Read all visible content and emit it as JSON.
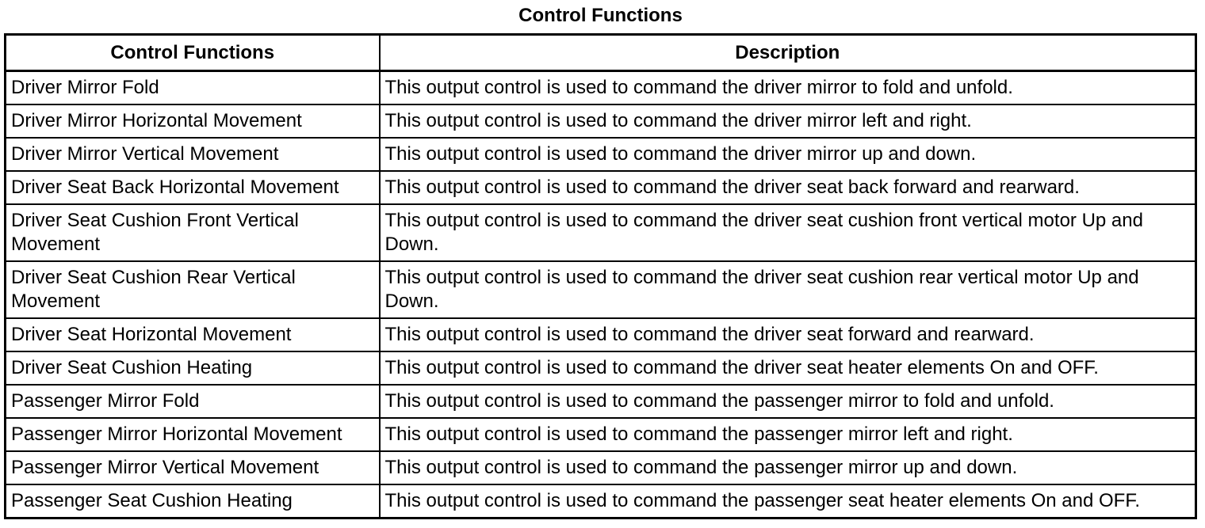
{
  "title": "Control Functions",
  "colors": {
    "text": "#000000",
    "background": "#ffffff",
    "border": "#000000"
  },
  "table": {
    "headers": [
      "Control Functions",
      "Description"
    ],
    "rows": [
      {
        "function": "Driver Mirror Fold",
        "description": "This output control is used to command the driver mirror to fold and unfold."
      },
      {
        "function": "Driver Mirror Horizontal Movement",
        "description": "This output control is used to command the driver mirror left and right."
      },
      {
        "function": "Driver Mirror Vertical Movement",
        "description": "This output control is used to command the driver mirror up and down."
      },
      {
        "function": "Driver Seat Back Horizontal Movement",
        "description": "This output control is used to command the driver seat back forward and rearward."
      },
      {
        "function": "Driver Seat Cushion Front Vertical Movement",
        "description": "This output control is used to command the driver seat cushion front vertical motor Up and Down."
      },
      {
        "function": "Driver Seat Cushion Rear Vertical Movement",
        "description": "This output control is used to command the driver seat cushion rear vertical motor Up and Down."
      },
      {
        "function": "Driver Seat Horizontal Movement",
        "description": "This output control is used to command the driver seat forward and rearward."
      },
      {
        "function": "Driver Seat Cushion Heating",
        "description": "This output control is used to command the driver seat heater elements On and OFF."
      },
      {
        "function": "Passenger Mirror Fold",
        "description": "This output control is used to command the passenger mirror to fold and unfold."
      },
      {
        "function": "Passenger Mirror Horizontal Movement",
        "description": "This output control is used to command the passenger mirror left and right."
      },
      {
        "function": "Passenger Mirror Vertical Movement",
        "description": "This output control is used to command the passenger mirror up and down."
      },
      {
        "function": "Passenger Seat Cushion Heating",
        "description": "This output control is used to command the passenger seat heater elements On and OFF."
      }
    ]
  }
}
